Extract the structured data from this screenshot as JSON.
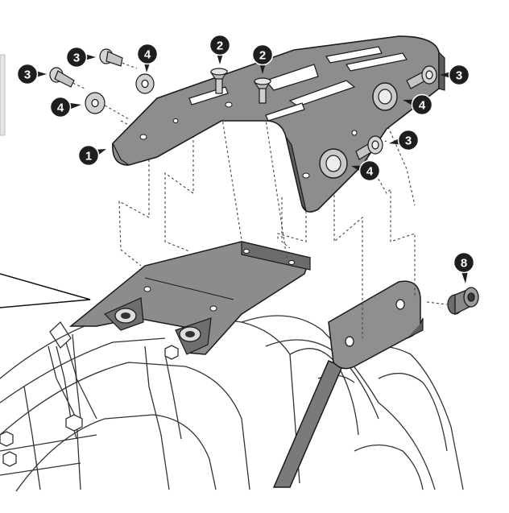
{
  "diagram": {
    "callouts": [
      {
        "id": "c1",
        "label": "1",
        "part": "rear rack plate"
      },
      {
        "id": "c2a",
        "label": "2",
        "part": "countersunk screw"
      },
      {
        "id": "c2b",
        "label": "2",
        "part": "countersunk screw"
      },
      {
        "id": "c3a",
        "label": "3",
        "part": "bolt"
      },
      {
        "id": "c3b",
        "label": "3",
        "part": "bolt"
      },
      {
        "id": "c3c",
        "label": "3",
        "part": "bolt"
      },
      {
        "id": "c3d",
        "label": "3",
        "part": "bolt"
      },
      {
        "id": "c4a",
        "label": "4",
        "part": "washer"
      },
      {
        "id": "c4b",
        "label": "4",
        "part": "washer"
      },
      {
        "id": "c4c",
        "label": "4",
        "part": "washer"
      },
      {
        "id": "c4d",
        "label": "4",
        "part": "washer"
      },
      {
        "id": "c8",
        "label": "8",
        "part": "rubber grommet"
      }
    ],
    "colors": {
      "part_fill": "#8a8a8a",
      "part_dark": "#5e5e5e",
      "part_light": "#c9c9c9",
      "outline": "#1a1a1a",
      "callout_fill": "#1e1e1e",
      "callout_text": "#ffffff",
      "guide_line": "#444444"
    }
  }
}
